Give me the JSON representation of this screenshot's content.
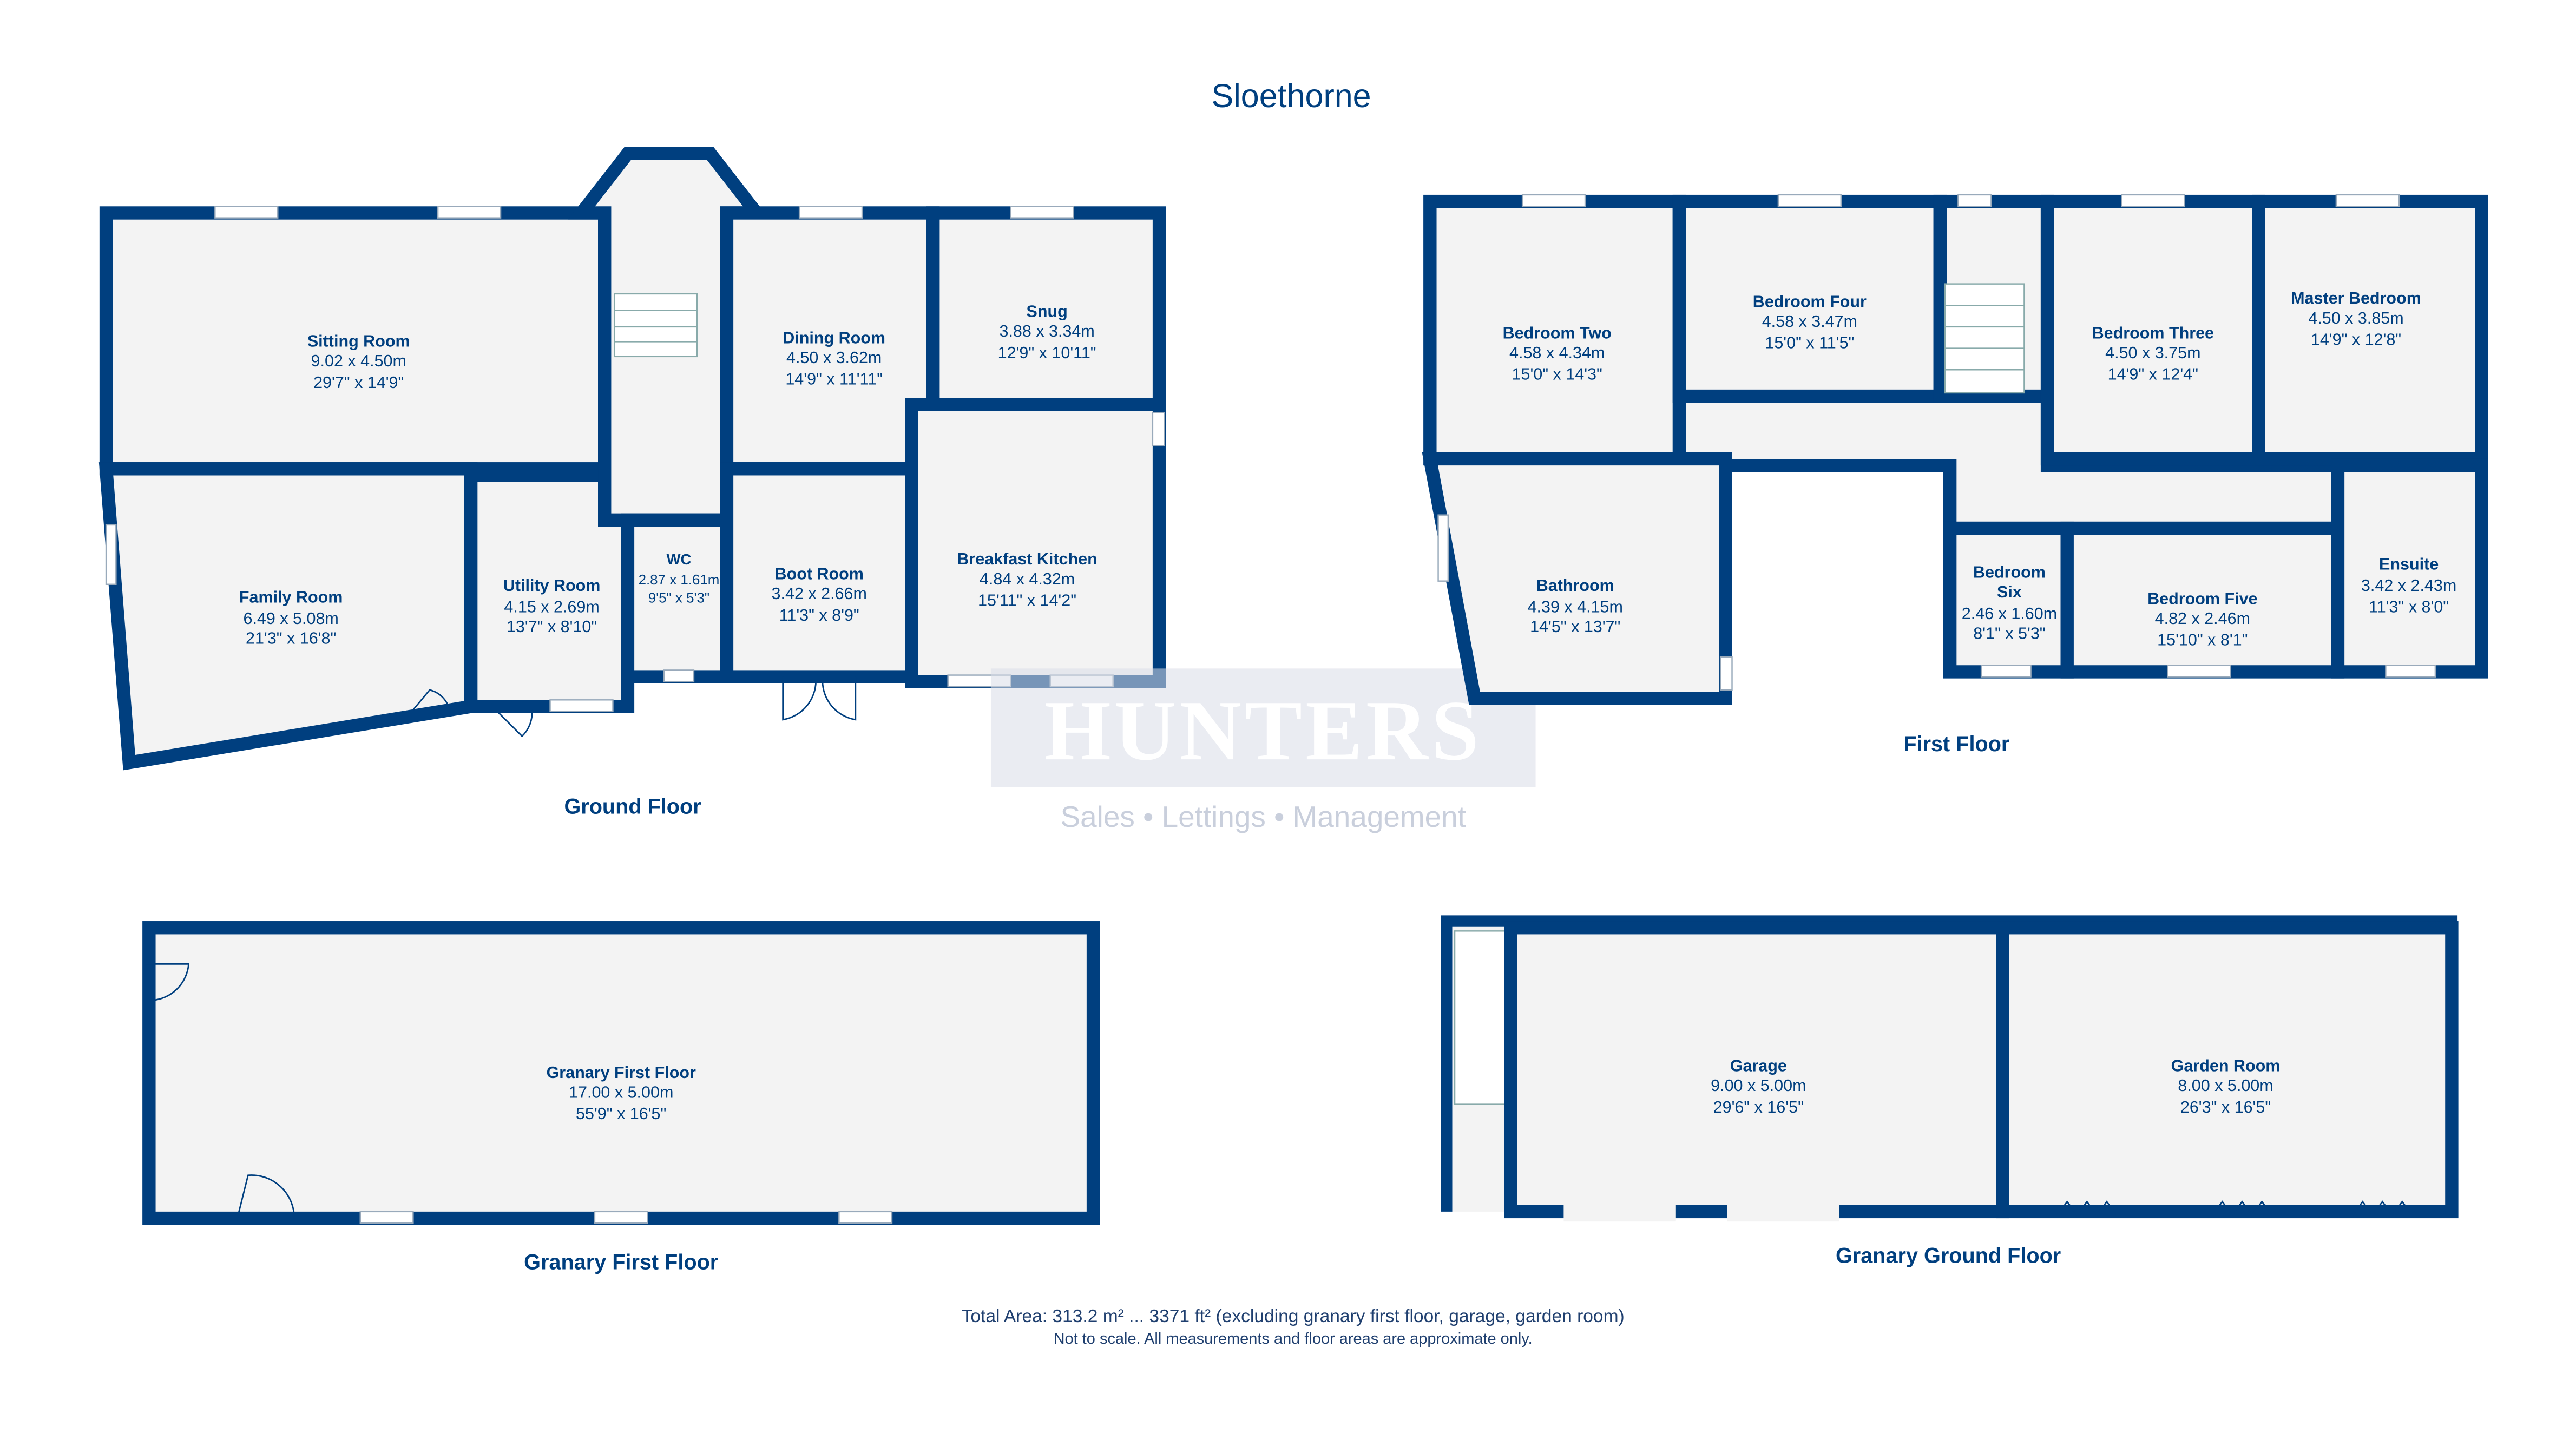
{
  "title": "Sloethorne",
  "ground_floor": {
    "label": "Ground Floor",
    "rooms": [
      {
        "name": "Sitting Room",
        "metric": "9.02 x 4.50m",
        "imperial": "29'7\" x 14'9\""
      },
      {
        "name": "Family Room",
        "metric": "6.49 x 5.08m",
        "imperial": "21'3\" x 16'8\""
      },
      {
        "name": "Utility Room",
        "metric": "4.15 x 2.69m",
        "imperial": "13'7\" x 8'10\""
      },
      {
        "name": "WC",
        "metric": "2.87 x 1.61m",
        "imperial": "9'5\" x 5'3\""
      },
      {
        "name": "Boot Room",
        "metric": "3.42 x 2.66m",
        "imperial": "11'3\" x 8'9\""
      },
      {
        "name": "Dining Room",
        "metric": "4.50 x 3.62m",
        "imperial": "14'9\" x 11'11\""
      },
      {
        "name": "Snug",
        "metric": "3.88 x 3.34m",
        "imperial": "12'9\" x 10'11\""
      },
      {
        "name": "Breakfast Kitchen",
        "metric": "4.84 x 4.32m",
        "imperial": "15'11\" x 14'2\""
      }
    ]
  },
  "first_floor": {
    "label": "First Floor",
    "rooms": [
      {
        "name": "Bedroom Two",
        "metric": "4.58 x 4.34m",
        "imperial": "15'0\" x 14'3\""
      },
      {
        "name": "Bedroom Four",
        "metric": "4.58 x 3.47m",
        "imperial": "15'0\" x 11'5\""
      },
      {
        "name": "Bedroom Three",
        "metric": "4.50 x 3.75m",
        "imperial": "14'9\" x 12'4\""
      },
      {
        "name": "Master Bedroom",
        "metric": "4.50 x 3.85m",
        "imperial": "14'9\" x 12'8\""
      },
      {
        "name": "Bathroom",
        "metric": "4.39 x 4.15m",
        "imperial": "14'5\" x 13'7\""
      },
      {
        "name": "Bedroom",
        "name2": "Six",
        "metric": "2.46 x 1.60m",
        "imperial": "8'1\" x 5'3\""
      },
      {
        "name": "Bedroom Five",
        "metric": "4.82 x 2.46m",
        "imperial": "15'10\" x 8'1\""
      },
      {
        "name": "Ensuite",
        "metric": "3.42 x 2.43m",
        "imperial": "11'3\" x 8'0\""
      }
    ]
  },
  "granary_first_floor": {
    "label": "Granary First Floor",
    "rooms": [
      {
        "name": "Granary First Floor",
        "metric": "17.00 x 5.00m",
        "imperial": "55'9\" x 16'5\""
      }
    ]
  },
  "granary_ground_floor": {
    "label": "Granary Ground Floor",
    "rooms": [
      {
        "name": "Garage",
        "metric": "9.00 x 5.00m",
        "imperial": "29'6\" x 16'5\""
      },
      {
        "name": "Garden Room",
        "metric": "8.00 x 5.00m",
        "imperial": "26'3\" x 16'5\""
      }
    ]
  },
  "watermark": {
    "brand": "HUNTERS",
    "tagline": "Sales • Lettings • Management"
  },
  "footer": {
    "total_area": "Total Area: 313.2 m² ... 3371 ft² (excluding granary first floor, garage, garden room)",
    "disclaimer": "Not to scale. All measurements and floor areas are approximate only."
  },
  "colors": {
    "wall": "#003f7f",
    "floor": "#f3f3f3"
  }
}
